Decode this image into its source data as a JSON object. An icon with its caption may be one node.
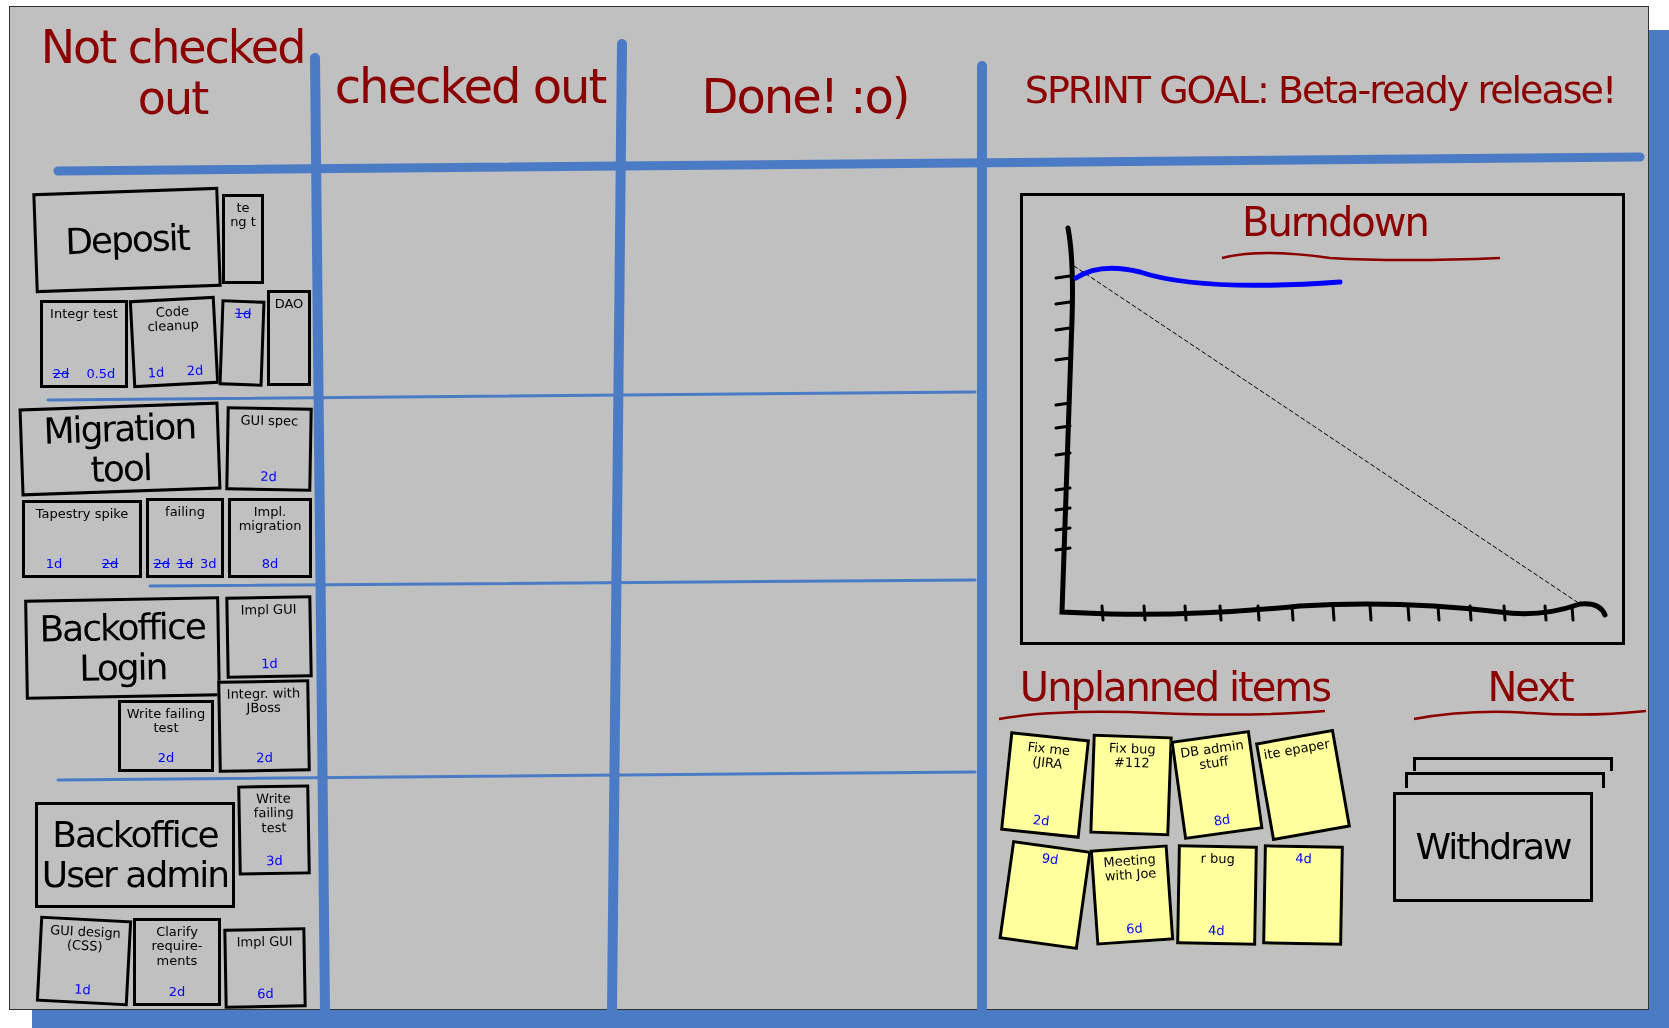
{
  "diagram": {
    "nodes": [
      {
        "text": [
          "Deposit"
        ]
      },
      {
        "text": [
          "te ng t"
        ]
      },
      {
        "text": [
          "Integr test",
          "2d",
          "0.5d"
        ]
      },
      {
        "text": [
          "Code cleanup",
          "1d",
          "2d"
        ]
      },
      {
        "text": [
          "1d"
        ]
      },
      {
        "text": [
          "DAO"
        ]
      },
      {
        "text": [
          "Migration tool"
        ]
      },
      {
        "text": [
          "GUI spec",
          "2d"
        ]
      },
      {
        "text": [
          "Tapestry spike",
          "1d",
          "2d"
        ]
      },
      {
        "text": [
          "failing",
          "2d",
          "1d",
          "3d"
        ]
      },
      {
        "text": [
          "Impl. migration",
          "8d"
        ]
      },
      {
        "text": [
          "Backoffice Login"
        ]
      },
      {
        "text": [
          "Impl GUI",
          "1d"
        ]
      },
      {
        "text": [
          "Write failing test",
          "2d"
        ]
      },
      {
        "text": [
          "Integr. with JBoss",
          "2d"
        ]
      },
      {
        "text": [
          "Backoffice User admin"
        ]
      },
      {
        "text": [
          "Write failing test",
          "3d"
        ]
      },
      {
        "text": [
          "GUI design (CSS)",
          "1d"
        ]
      },
      {
        "text": [
          "Clarify require- ments",
          "2d"
        ]
      },
      {
        "text": [
          "Impl GUI",
          "6d"
        ]
      },
      {
        "text": [
          "Fix me (JIRA",
          "2d"
        ]
      },
      {
        "text": [
          "Fix bug #112"
        ]
      },
      {
        "text": [
          "DB admin stuff",
          "8d"
        ]
      },
      {
        "text": [
          "ite epaper"
        ]
      },
      {
        "text": [
          "9d"
        ]
      },
      {
        "text": [
          "Meeting with Joe",
          "6d"
        ]
      },
      {
        "text": [
          "r bug",
          "4d"
        ]
      },
      {
        "text": [
          "4d"
        ]
      },
      {
        "text": [],
        "shape": "box"
      },
      {
        "text": [],
        "shape": "box"
      },
      {
        "text": [
          "Withdraw"
        ]
      }
    ],
    "labels": [
      "Not checked out",
      "checked out",
      "Done! :o)",
      "SPRINT GOAL: Beta-ready release!",
      "Burndown",
      "Unplanned items",
      "Next"
    ]
  }
}
